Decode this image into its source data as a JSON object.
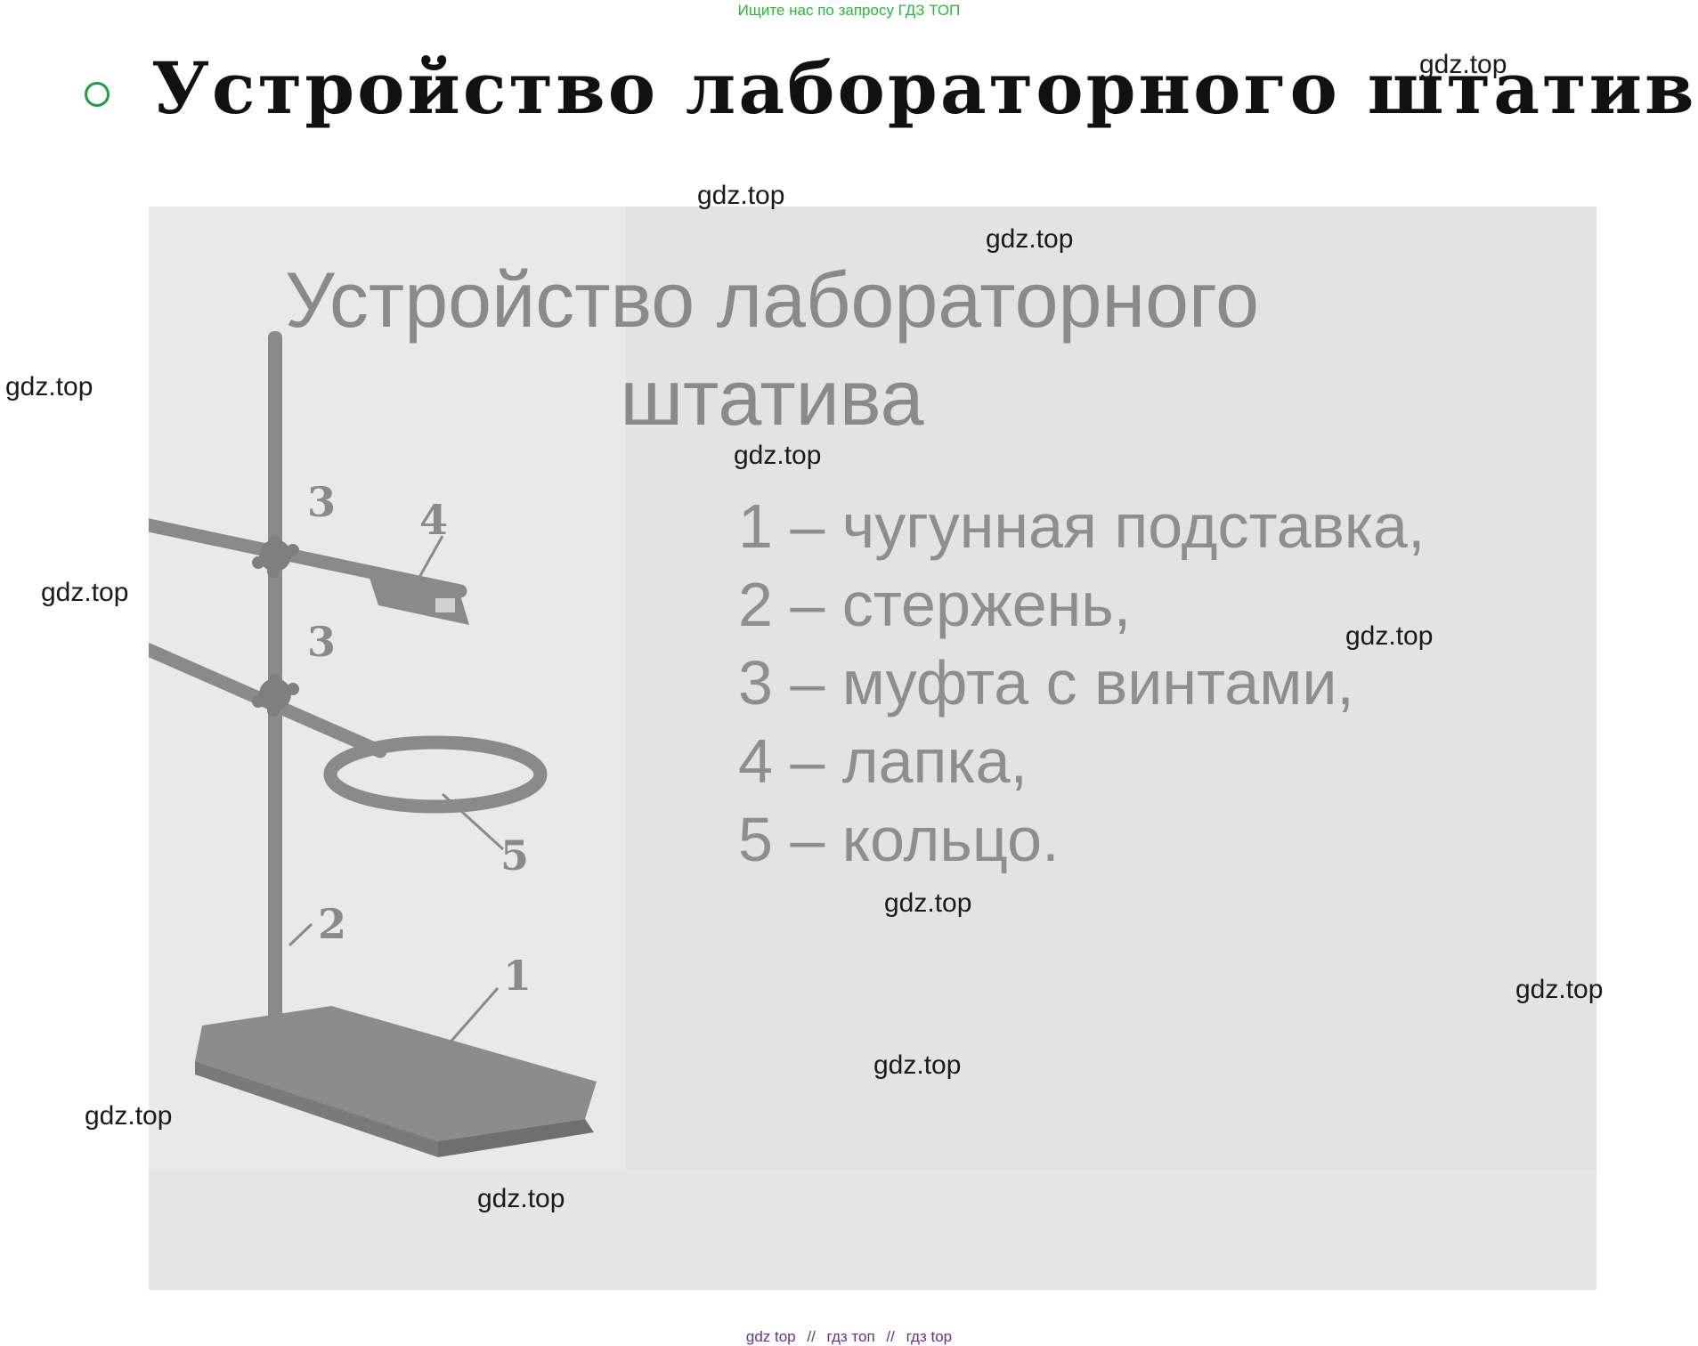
{
  "banner": "Ищите нас по запросу ГДЗ ТОП",
  "heading": "Устройство лабораторного штатива.",
  "slide": {
    "title_line1": "Устройство лабораторного",
    "title_line2": "штатива",
    "legend": [
      "1 – чугунная подставка,",
      "2 – стержень,",
      "3 – муфта с винтами,",
      "4 – лапка,",
      "5 – кольцо."
    ],
    "callouts": [
      "1",
      "2",
      "3",
      "3",
      "4",
      "5"
    ]
  },
  "watermark": "gdz.top",
  "footer": {
    "links": [
      "gdz top",
      "гдз топ",
      "гдз top"
    ],
    "separator": "//"
  }
}
